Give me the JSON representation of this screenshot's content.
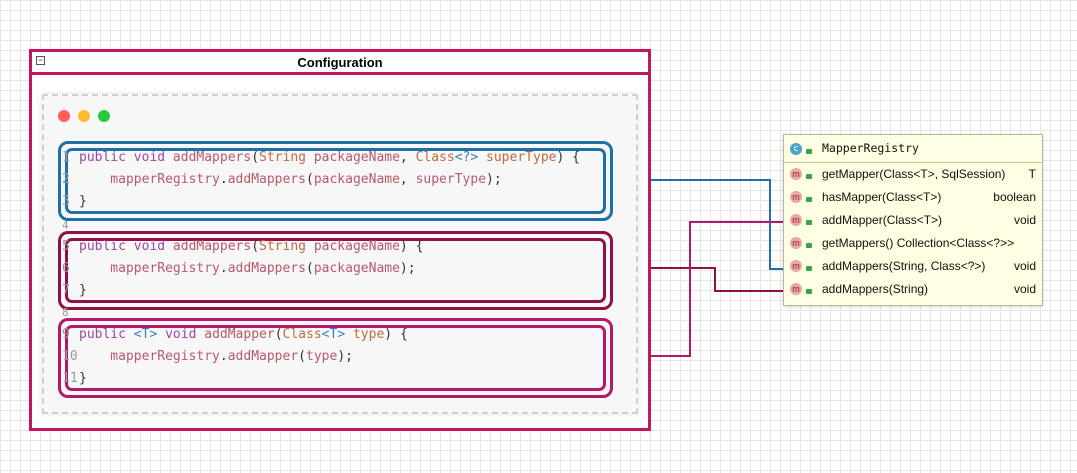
{
  "configuration": {
    "title": "Configuration",
    "collapse_glyph": "−"
  },
  "code_blocks": [
    {
      "lines": [
        {
          "n": "1",
          "parts": [
            [
              "kw",
              "public void "
            ],
            [
              "",
              "addMappers"
            ],
            [
              "plain",
              "("
            ],
            [
              "ty",
              "String "
            ],
            [
              "",
              "packageName"
            ],
            [
              "plain",
              ", "
            ],
            [
              "ty",
              "Class"
            ],
            [
              "gen",
              "<?>"
            ],
            [
              "",
              ""
            ],
            [
              "ty",
              " superType"
            ],
            [
              "plain",
              ") {"
            ]
          ]
        },
        {
          "n": "2",
          "parts": [
            [
              "",
              "    mapperRegistry"
            ],
            [
              "plain",
              "."
            ],
            [
              "",
              "addMappers"
            ],
            [
              "plain",
              "("
            ],
            [
              "",
              "packageName"
            ],
            [
              "plain",
              ", "
            ],
            [
              "",
              "superType"
            ],
            [
              "plain",
              ");"
            ]
          ]
        },
        {
          "n": "3",
          "parts": [
            [
              "plain",
              "}"
            ]
          ]
        }
      ]
    },
    {
      "lines": [
        {
          "n": "5",
          "parts": [
            [
              "kw",
              "public void "
            ],
            [
              "",
              "addMappers"
            ],
            [
              "plain",
              "("
            ],
            [
              "ty",
              "String "
            ],
            [
              "",
              "packageName"
            ],
            [
              "plain",
              ") {"
            ]
          ]
        },
        {
          "n": "6",
          "parts": [
            [
              "",
              "    mapperRegistry"
            ],
            [
              "plain",
              "."
            ],
            [
              "",
              "addMappers"
            ],
            [
              "plain",
              "("
            ],
            [
              "",
              "packageName"
            ],
            [
              "plain",
              ");"
            ]
          ]
        },
        {
          "n": "7",
          "parts": [
            [
              "plain",
              "}"
            ]
          ]
        }
      ]
    },
    {
      "lines": [
        {
          "n": "9",
          "parts": [
            [
              "kw",
              "public "
            ],
            [
              "gen",
              "<T>"
            ],
            [
              "kw",
              " void "
            ],
            [
              "",
              "addMapper"
            ],
            [
              "plain",
              "("
            ],
            [
              "ty",
              "Class"
            ],
            [
              "gen",
              "<T>"
            ],
            [
              "ty",
              " type"
            ],
            [
              "plain",
              ") {"
            ]
          ]
        },
        {
          "n": "10",
          "parts": [
            [
              "",
              "    mapperRegistry"
            ],
            [
              "plain",
              "."
            ],
            [
              "",
              "addMapper"
            ],
            [
              "plain",
              "("
            ],
            [
              "",
              "type"
            ],
            [
              "plain",
              ");"
            ]
          ]
        },
        {
          "n": "11",
          "parts": [
            [
              "plain",
              "}"
            ]
          ]
        }
      ]
    }
  ],
  "between_line_numbers": [
    "4",
    "8"
  ],
  "registry": {
    "class_icon": "c",
    "name": "MapperRegistry",
    "method_icon": "m",
    "methods": [
      {
        "sig": "getMapper(Class<T>, SqlSession)",
        "ret": "T"
      },
      {
        "sig": "hasMapper(Class<T>)",
        "ret": "boolean"
      },
      {
        "sig": "addMapper(Class<T>)",
        "ret": "void"
      },
      {
        "sig": "getMappers() Collection<Class<?>>",
        "ret": ""
      },
      {
        "sig": "addMappers(String, Class<?>)",
        "ret": "void"
      },
      {
        "sig": "addMappers(String)",
        "ret": "void"
      }
    ]
  },
  "colors": {
    "config_border": "#c2185b",
    "block1": "#1f6fa8",
    "block2": "#8e1245",
    "block3": "#b3186a"
  },
  "icons": [
    "collapse-icon",
    "class-icon",
    "method-icon",
    "public-lock-icon",
    "window-close-dot",
    "window-minimize-dot",
    "window-maximize-dot"
  ]
}
